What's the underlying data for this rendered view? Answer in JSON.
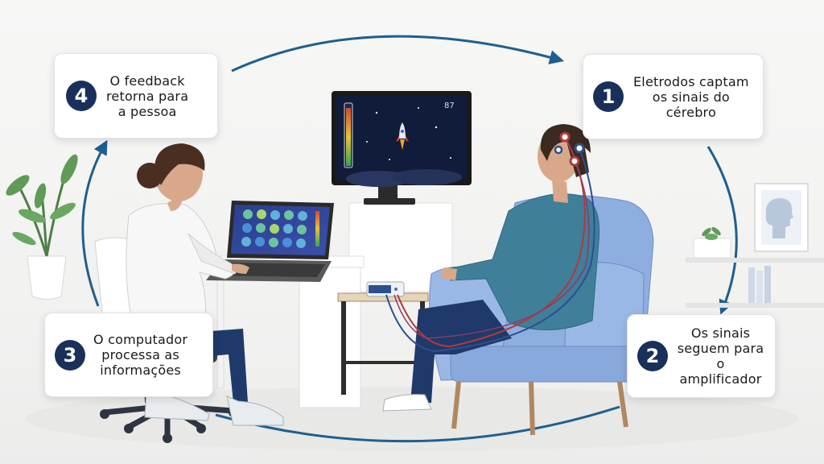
{
  "steps": [
    {
      "number": "1",
      "text": "Eletrodos captam\nos sinais do\ncérebro"
    },
    {
      "number": "2",
      "text": "Os sinais\nseguem para\no amplificador"
    },
    {
      "number": "3",
      "text": "O computador\nprocessa as\ninformações"
    },
    {
      "number": "4",
      "text": "O feedback\nretorna para\na pessoa"
    }
  ],
  "monitor": {
    "score": "87"
  },
  "colors": {
    "badge": "#18305a",
    "arrow": "#1f5f8f",
    "chair": "#8eaee0",
    "shirt": "#3f7f9a",
    "wire_red": "#b03a3a",
    "wire_blue": "#2c4f8f",
    "screen_bg": "#101c3a"
  },
  "icons": [
    "rocket-icon",
    "plant-icon",
    "head-silhouette-icon"
  ]
}
